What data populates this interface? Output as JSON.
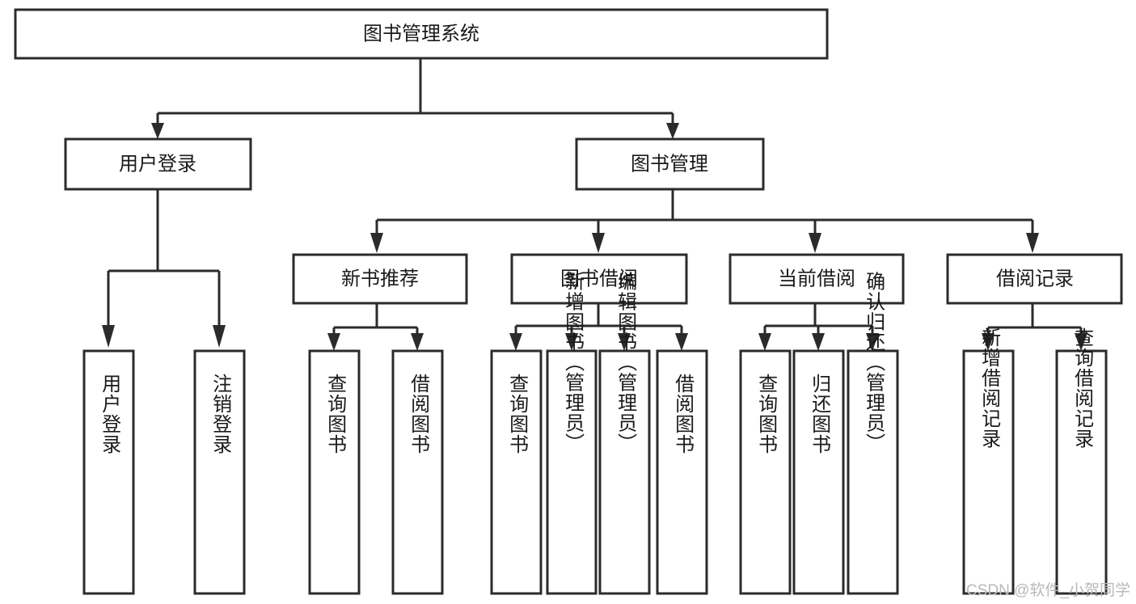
{
  "diagram": {
    "title": "图书管理系统",
    "type": "tree-hierarchy-chart",
    "watermark": "CSDN @软件_小贺同学",
    "colors": {
      "background": "#ffffff",
      "box_fill": "#ffffff",
      "box_stroke": "#2b2b2b",
      "text": "#1a1a1a",
      "watermark": "#b9b9b9"
    },
    "root": {
      "id": "root",
      "label": "图书管理系统",
      "orientation": "horizontal"
    },
    "level2": [
      {
        "id": "user-login",
        "label": "用户登录",
        "orientation": "horizontal"
      },
      {
        "id": "book-manage",
        "label": "图书管理",
        "orientation": "horizontal"
      }
    ],
    "level3": [
      {
        "id": "new-book-recommend",
        "label": "新书推荐",
        "orientation": "horizontal",
        "parent": "book-manage"
      },
      {
        "id": "book-borrow",
        "label": "图书借阅",
        "orientation": "horizontal",
        "parent": "book-manage"
      },
      {
        "id": "current-borrow",
        "label": "当前借阅",
        "orientation": "horizontal",
        "parent": "book-manage"
      },
      {
        "id": "borrow-record",
        "label": "借阅记录",
        "orientation": "horizontal",
        "parent": "book-manage"
      }
    ],
    "leaves": [
      {
        "id": "leaf-user-login",
        "label": "用户登录",
        "orientation": "vertical",
        "parent": "user-login"
      },
      {
        "id": "leaf-logout-login",
        "label": "注销登录",
        "orientation": "vertical",
        "parent": "user-login"
      },
      {
        "id": "leaf-query-book-1",
        "label": "查询图书",
        "orientation": "vertical",
        "parent": "new-book-recommend"
      },
      {
        "id": "leaf-borrow-book-1",
        "label": "借阅图书",
        "orientation": "vertical",
        "parent": "new-book-recommend"
      },
      {
        "id": "leaf-query-book-2",
        "label": "查询图书",
        "orientation": "vertical",
        "parent": "book-borrow"
      },
      {
        "id": "leaf-add-book",
        "label": "新增图书（管理员）",
        "orientation": "vertical",
        "parent": "book-borrow"
      },
      {
        "id": "leaf-edit-book",
        "label": "编辑图书（管理员）",
        "orientation": "vertical",
        "parent": "book-borrow"
      },
      {
        "id": "leaf-borrow-book-2",
        "label": "借阅图书",
        "orientation": "vertical",
        "parent": "book-borrow"
      },
      {
        "id": "leaf-query-book-3",
        "label": "查询图书",
        "orientation": "vertical",
        "parent": "current-borrow"
      },
      {
        "id": "leaf-return-book",
        "label": "归还图书",
        "orientation": "vertical",
        "parent": "current-borrow"
      },
      {
        "id": "leaf-confirm-return",
        "label": "确认归还（管理员）",
        "orientation": "vertical",
        "parent": "current-borrow"
      },
      {
        "id": "leaf-add-record",
        "label": "新增借阅记录",
        "orientation": "vertical",
        "parent": "borrow-record"
      },
      {
        "id": "leaf-query-record",
        "label": "查询借阅记录",
        "orientation": "vertical",
        "parent": "borrow-record"
      }
    ]
  }
}
